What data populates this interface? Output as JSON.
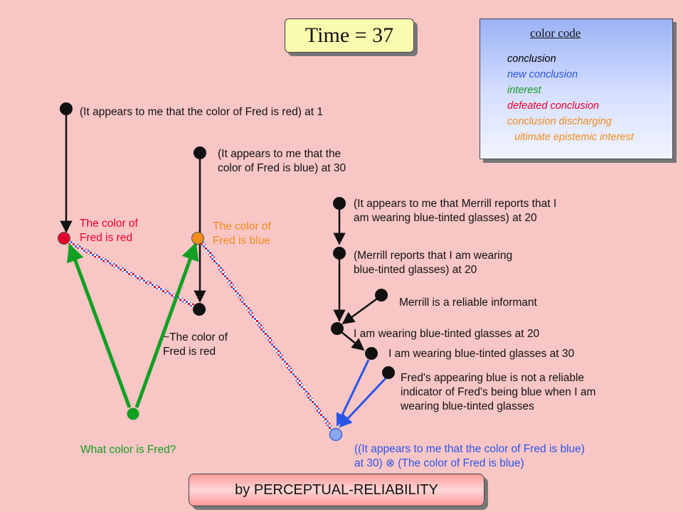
{
  "time_label": "Time = 37",
  "legend": {
    "title": "color code",
    "items": [
      {
        "label": "conclusion",
        "color": "#000000"
      },
      {
        "label": "new conclusion",
        "color": "#2a55e6"
      },
      {
        "label": "interest",
        "color": "#11a023"
      },
      {
        "label": "defeated conclusion",
        "color": "#e8002a"
      },
      {
        "label": "conclusion discharging",
        "color": "#f08c1a"
      },
      {
        "label": "ultimate epistemic interest",
        "color": "#f08c1a"
      }
    ]
  },
  "nodes": {
    "appears_red": {
      "text": "(It appears to me that the color of Fred is red) at 1"
    },
    "appears_blue": {
      "text": "(It appears to me that the\ncolor of Fred is blue) at 30"
    },
    "appears_merrill": {
      "text": "(It appears to me that Merrill reports that I\nam wearing blue-tinted glasses) at 20"
    },
    "fred_red": {
      "text": "The color of\nFred is red",
      "color": "#e8002a"
    },
    "fred_blue": {
      "text": "The color of\nFred is blue",
      "color": "#f08c1a"
    },
    "merrill_reports": {
      "text": "(Merrill reports that I am wearing\nblue-tinted glasses) at 20"
    },
    "reliable_informant": {
      "text": "Merrill is a reliable informant"
    },
    "not_red": {
      "text": "~The color of\nFred is red"
    },
    "glasses_20": {
      "text": "I am wearing blue-tinted glasses at 20"
    },
    "glasses_30": {
      "text": "I am wearing blue-tinted glasses at 30"
    },
    "not_reliable": {
      "text": "Fred's appearing blue is not a reliable\nindicator of Fred's being blue when I am\nwearing blue-tinted glasses"
    },
    "question": {
      "text": "What color is Fred?",
      "color": "#11a023"
    },
    "undercutter": {
      "text": "((It appears to me that the color of Fred is blue)\nat 30) ⊗ (The color of Fred is blue)",
      "color": "#2a55e6"
    }
  },
  "rule_label": "by PERCEPTUAL-RELIABILITY"
}
